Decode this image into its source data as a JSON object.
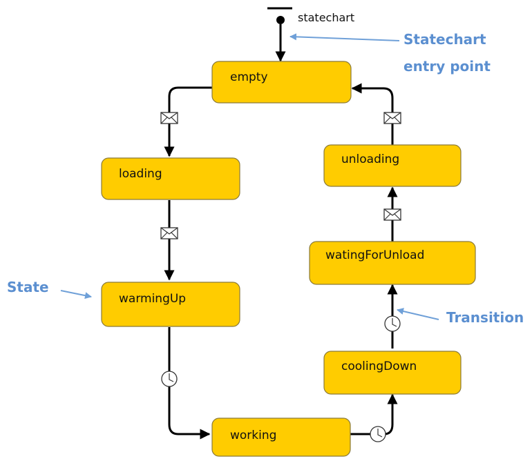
{
  "entry": {
    "label": "statechart"
  },
  "annotations": {
    "entry_point_line1": "Statechart",
    "entry_point_line2": "entry point",
    "state": "State",
    "transition": "Transition"
  },
  "states": {
    "empty": "empty",
    "loading": "loading",
    "warmingUp": "warmingUp",
    "working": "working",
    "coolingDown": "coolingDown",
    "waitingForUnload": "watingForUnload",
    "unloading": "unloading"
  },
  "colors": {
    "state_fill": "#FFCC00",
    "annotation": "#5B8FD0",
    "edge": "#000000"
  },
  "icons": {
    "message_trigger": "envelope-icon",
    "timeout_trigger": "clock-icon"
  }
}
